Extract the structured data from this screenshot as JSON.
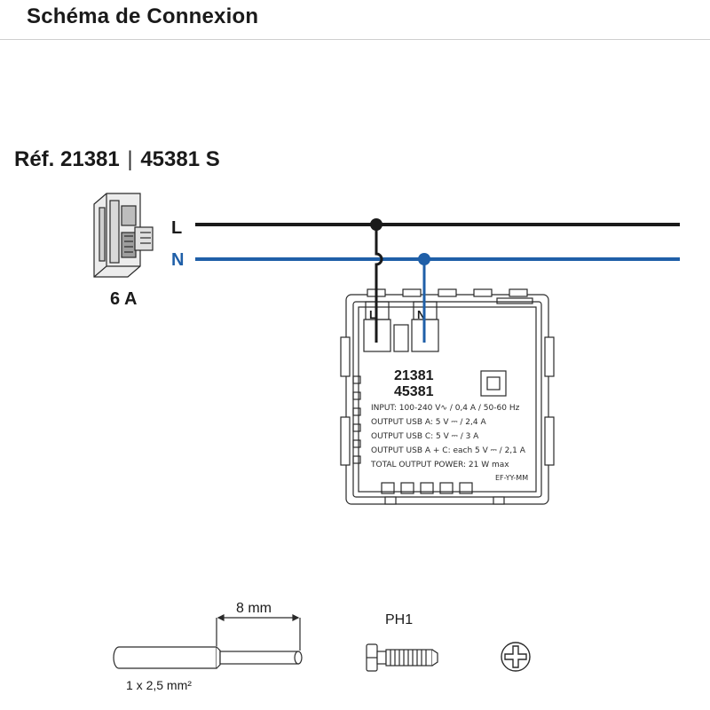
{
  "header": {
    "title": "Schéma de Connexion"
  },
  "reference": {
    "prefix": "Réf. 21381",
    "separator": "|",
    "suffix": "45381 S"
  },
  "breaker": {
    "rating": "6 A"
  },
  "lines": {
    "L": {
      "label": "L",
      "color": "#1a1a1a"
    },
    "N": {
      "label": "N",
      "color": "#1f5fa8"
    }
  },
  "device": {
    "terminal_L": "L",
    "terminal_N": "N",
    "model_1": "21381",
    "model_2": "45381",
    "specs": [
      "INPUT: 100-240 V∿ / 0,4 A / 50-60 Hz",
      "OUTPUT USB A: 5 V ⎓ / 2,4 A",
      "OUTPUT USB C: 5 V ⎓ / 3 A",
      "OUTPUT USB A + C: each 5 V ⎓ / 2,1 A",
      "TOTAL OUTPUT POWER: 21 W max"
    ],
    "date_code": "EF-YY-MM"
  },
  "wire": {
    "strip_length": "8 mm",
    "section": "1 x 2,5 mm²"
  },
  "screwdriver": {
    "type": "PH1"
  },
  "icons": {
    "breaker": "circuit-breaker-icon",
    "wire": "stripped-wire-icon",
    "screw": "screw-icon",
    "phillips": "phillips-head-icon"
  }
}
